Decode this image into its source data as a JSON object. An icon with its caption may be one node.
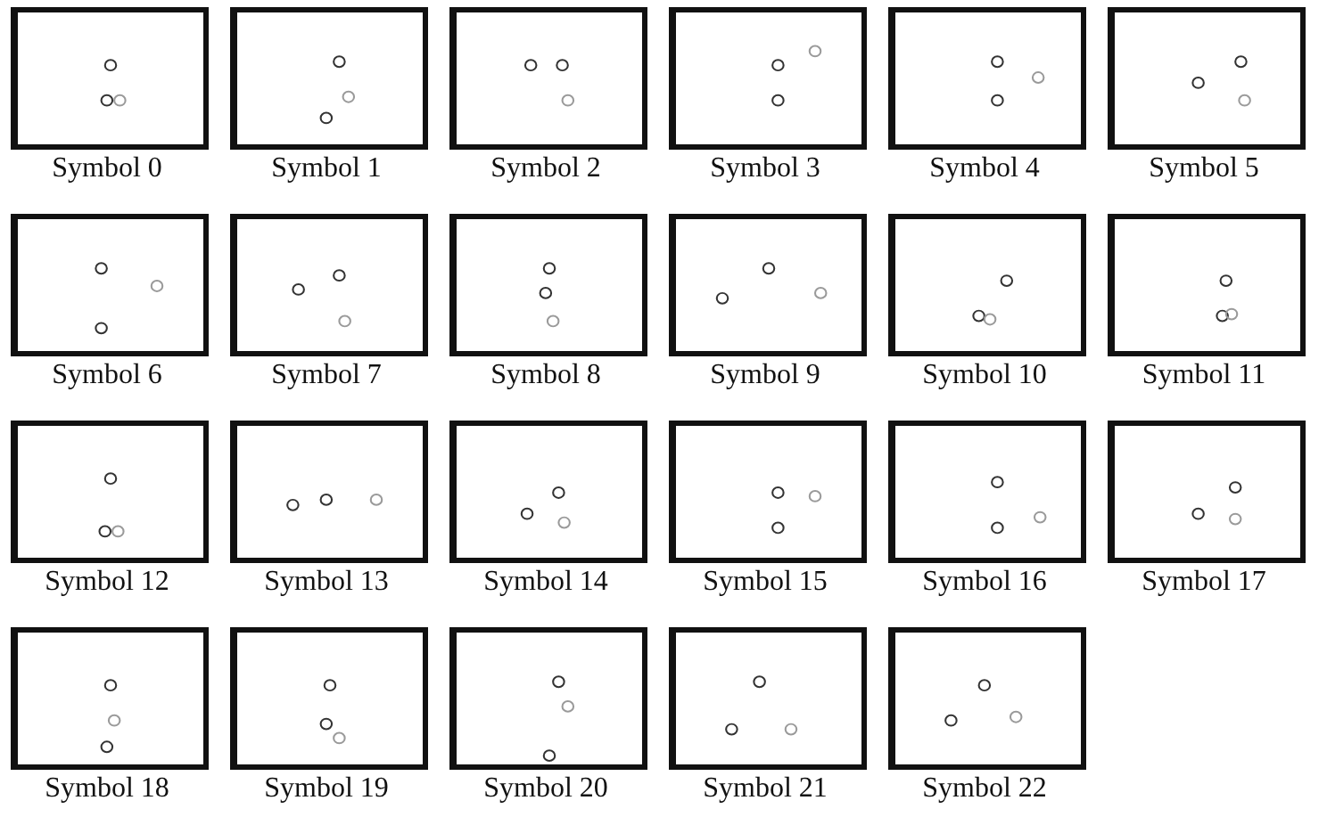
{
  "diagram": {
    "nodes": [
      {
        "text": [
          "Symbol 0"
        ]
      },
      {
        "text": [
          "Symbol 1"
        ]
      },
      {
        "text": [
          "Symbol 2"
        ]
      },
      {
        "text": [
          "Symbol 3"
        ]
      },
      {
        "text": [
          "Symbol 4"
        ]
      },
      {
        "text": [
          "Symbol 5"
        ]
      },
      {
        "text": [
          "Symbol 6"
        ]
      },
      {
        "text": [
          "Symbol 7"
        ]
      },
      {
        "text": [
          "Symbol 8"
        ]
      },
      {
        "text": [
          "Symbol 9"
        ]
      },
      {
        "text": [
          "Symbol 10"
        ]
      },
      {
        "text": [
          "Symbol 11"
        ]
      },
      {
        "text": [
          "Symbol 12"
        ]
      },
      {
        "text": [
          "Symbol 13"
        ]
      },
      {
        "text": [
          "Symbol 14"
        ]
      },
      {
        "text": [
          "Symbol 15"
        ]
      },
      {
        "text": [
          "Symbol 16"
        ]
      },
      {
        "text": [
          "Symbol 17"
        ]
      },
      {
        "text": [
          "Symbol 18"
        ]
      },
      {
        "text": [
          "Symbol 19"
        ]
      },
      {
        "text": [
          "Symbol 20"
        ]
      },
      {
        "text": [
          "Symbol 21"
        ]
      },
      {
        "text": [
          "Symbol 22"
        ]
      }
    ]
  }
}
